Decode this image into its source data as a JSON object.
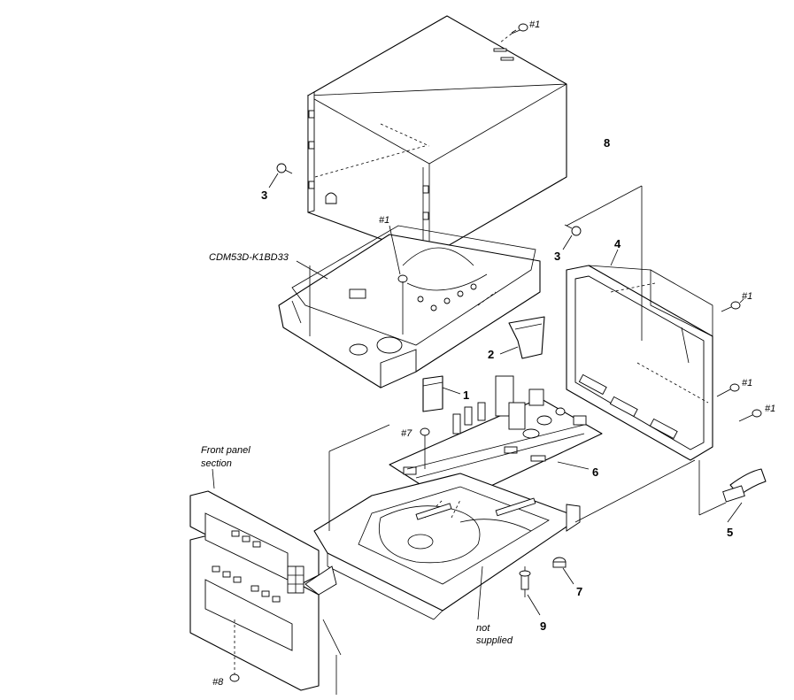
{
  "labels": {
    "part_1": "1",
    "part_2": "2",
    "part_3_left": "3",
    "part_3_right": "3",
    "part_4": "4",
    "part_5": "5",
    "part_6": "6",
    "part_7": "7",
    "part_8": "8",
    "part_9": "9",
    "screw_1_top": "#1",
    "screw_1_mid": "#1",
    "screw_1_right_top": "#1",
    "screw_1_right_mid": "#1",
    "screw_1_right_bottom": "#1",
    "screw_7": "#7",
    "screw_8": "#8",
    "mechanism": "CDM53D-K1BD33",
    "front_panel_line1": "Front panel",
    "front_panel_line2": "section",
    "not_supplied_line1": "not",
    "not_supplied_line2": "supplied"
  },
  "colors": {
    "line": "#000000",
    "background": "#ffffff"
  }
}
